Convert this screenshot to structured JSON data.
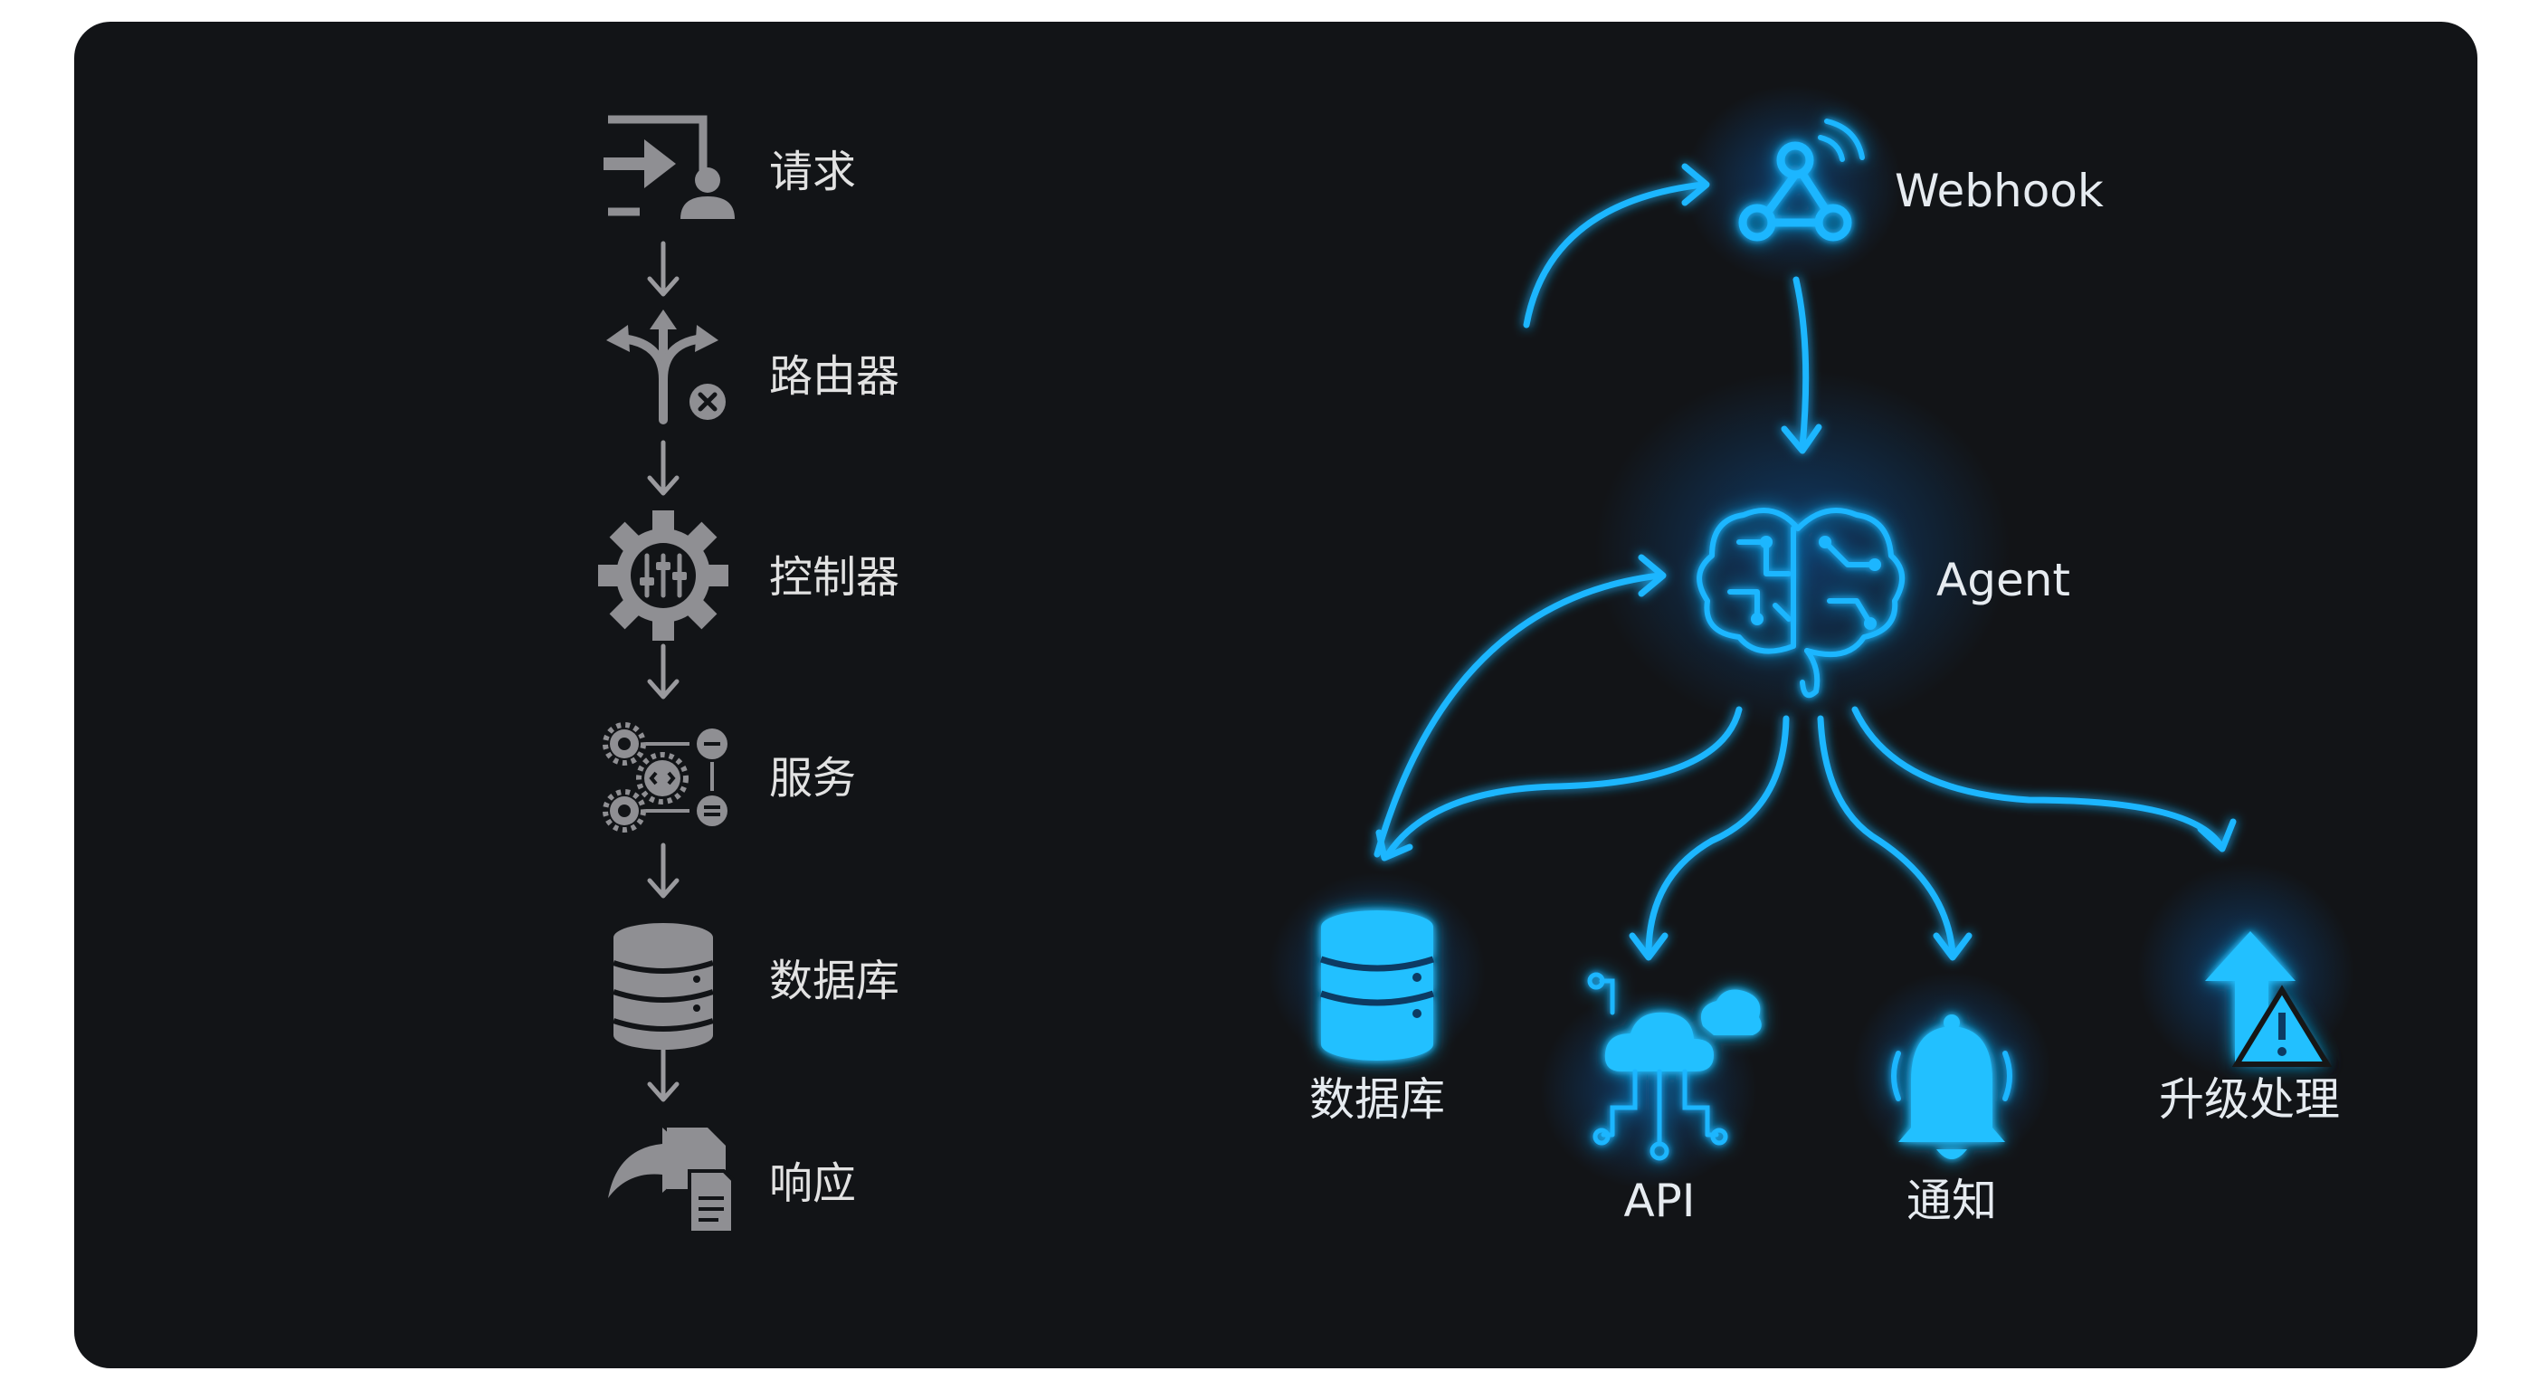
{
  "left_flow": {
    "steps": [
      {
        "icon": "enter-user-icon",
        "label": "请求"
      },
      {
        "icon": "router-fork-icon",
        "label": "路由器"
      },
      {
        "icon": "gear-sliders-icon",
        "label": "控制器"
      },
      {
        "icon": "service-gears-icon",
        "label": "服务"
      },
      {
        "icon": "database-icon",
        "label": "数据库"
      },
      {
        "icon": "reply-document-icon",
        "label": "响应"
      }
    ]
  },
  "right_flow": {
    "webhook": {
      "icon": "webhook-icon",
      "label": "Webhook"
    },
    "agent": {
      "icon": "brain-circuit-icon",
      "label": "Agent"
    },
    "outputs": [
      {
        "icon": "database-icon",
        "label": "数据库"
      },
      {
        "icon": "cloud-api-icon",
        "label": "API"
      },
      {
        "icon": "bell-icon",
        "label": "通知"
      },
      {
        "icon": "escalation-icon",
        "label": "升级处理"
      }
    ]
  },
  "colors": {
    "background": "#121417",
    "gray_icon": "#8f8f93",
    "neon_blue": "#1cb6ff",
    "neon_glow": "#0a84ff"
  }
}
